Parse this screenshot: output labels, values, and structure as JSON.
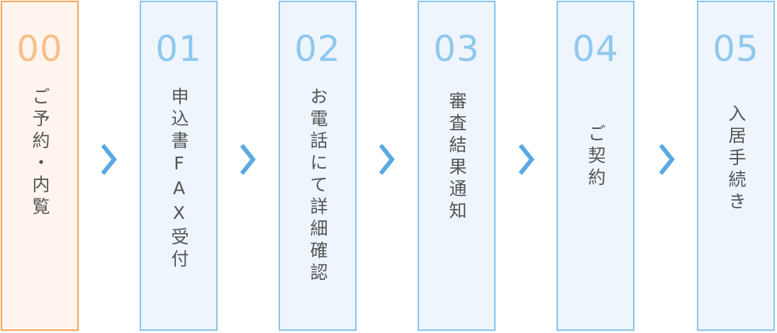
{
  "colors": {
    "step_border": "#86c3ec",
    "step_fill": "#eef5fc",
    "step_number": "#8ec8ee",
    "current_border": "#f0a75a",
    "current_fill": "#fff5ee",
    "current_number": "#f7c089",
    "arrow": "#5aa9e3",
    "label_text": "#555555"
  },
  "arrow_icon": "chevron-right-icon",
  "steps": [
    {
      "number": "00",
      "label": "ご予約・内覧"
    },
    {
      "number": "01",
      "label": "申込書FAX受付"
    },
    {
      "number": "02",
      "label": "お電話にて詳細確認"
    },
    {
      "number": "03",
      "label": "審査結果通知"
    },
    {
      "number": "04",
      "label": "ご契約"
    },
    {
      "number": "05",
      "label": "入居手続き"
    }
  ]
}
